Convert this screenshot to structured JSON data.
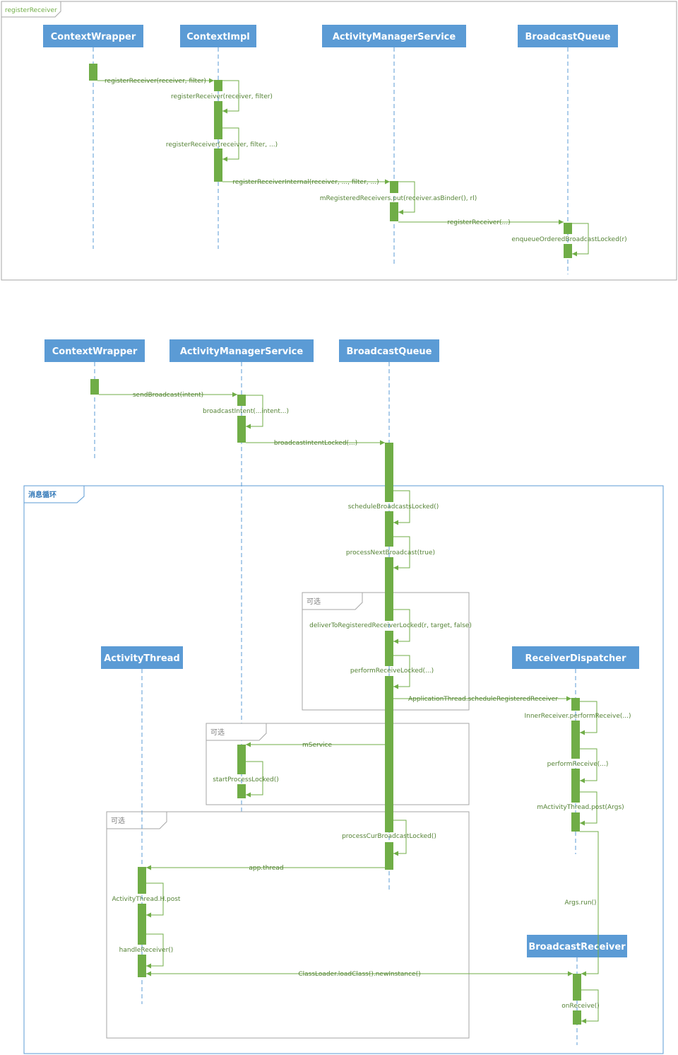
{
  "diagram1": {
    "frame_label": "registerReceiver",
    "lifelines": [
      {
        "id": "cw",
        "label": "ContextWrapper"
      },
      {
        "id": "ci",
        "label": "ContextImpl"
      },
      {
        "id": "ams",
        "label": "ActivityManagerService"
      },
      {
        "id": "bq",
        "label": "BroadcastQueue"
      }
    ],
    "messages": [
      {
        "label": "registerReceiver(receiver, filter)"
      },
      {
        "label": "registerReceiver(receiver, filter)"
      },
      {
        "label": "registerReceiver(receiver, filter, ...)"
      },
      {
        "label": "registerReceiverInternal(receiver, ...,  filter, ...)"
      },
      {
        "label": "mRegisteredReceivers.put(receiver.asBinder(), rl)"
      },
      {
        "label": "registerReceiver(...)"
      },
      {
        "label": "enqueueOrderedBroadcastLocked(r)"
      }
    ]
  },
  "diagram2": {
    "lifelines": [
      {
        "id": "cw",
        "label": "ContextWrapper"
      },
      {
        "id": "ams",
        "label": "ActivityManagerService"
      },
      {
        "id": "bq",
        "label": "BroadcastQueue"
      },
      {
        "id": "at",
        "label": "ActivityThread"
      },
      {
        "id": "rd",
        "label": "ReceiverDispatcher"
      },
      {
        "id": "br",
        "label": "BroadcastReceiver"
      }
    ],
    "frames": {
      "loop": "消息循环",
      "opt1": "可选",
      "opt2": "可选",
      "opt3": "可选"
    },
    "messages": [
      {
        "label": "sendBroadcast(intent)"
      },
      {
        "label": "broadcastIntent(...intent...)"
      },
      {
        "label": "broadcastIntentLocked(...)"
      },
      {
        "label": "scheduleBroadcastsLocked()"
      },
      {
        "label": "processNextBroadcast(true)"
      },
      {
        "label": "deliverToRegisteredReceiverLocked(r, target, false)"
      },
      {
        "label": "performReceiveLocked(...)"
      },
      {
        "label": "ApplicationThread.scheduleRegisteredReceiver"
      },
      {
        "label": "InnerReceiver.performReceive(...)"
      },
      {
        "label": "mService"
      },
      {
        "label": "performReceive(...)"
      },
      {
        "label": "startProcessLocked()"
      },
      {
        "label": "mActivityThread.post(Args)"
      },
      {
        "label": "processCurBroadcastLocked()"
      },
      {
        "label": "app.thread"
      },
      {
        "label": "ActivityThread.H.post"
      },
      {
        "label": "Args.run()"
      },
      {
        "label": "handleReceiver()"
      },
      {
        "label": "ClassLoader.loadClass().newInstance()"
      },
      {
        "label": "onReceive()"
      }
    ]
  },
  "colors": {
    "lifeline": "#5b9bd5",
    "activation": "#70ad47",
    "message_text": "#548235",
    "frame_gray": "#a6a6a6",
    "frame_blue": "#5b9bd5"
  }
}
